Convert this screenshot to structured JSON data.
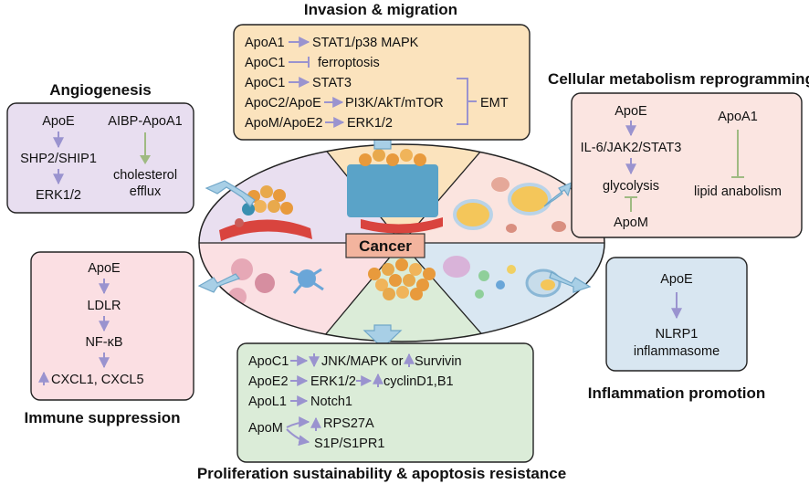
{
  "sections": {
    "invasion": {
      "title": "Invasion & migration",
      "lines": [
        {
          "left": "ApoA1",
          "right": "STAT1/p38 MAPK",
          "arrow": "activate"
        },
        {
          "left": "ApoC1",
          "right": "ferroptosis",
          "arrow": "inhibit"
        },
        {
          "left": "ApoC1",
          "right": "STAT3",
          "arrow": "activate"
        },
        {
          "left": "ApoC2/ApoE",
          "right": "PI3K/AkT/mTOR",
          "arrow": "activate"
        },
        {
          "left": "ApoM/ApoE2",
          "right": "ERK1/2",
          "arrow": "activate"
        }
      ],
      "emt": "EMT",
      "color": "#fbe3bd"
    },
    "angiogenesis": {
      "title": "Angiogenesis",
      "left_chain": [
        "ApoE",
        "SHP2/SHIP1",
        "ERK1/2"
      ],
      "right_top": "AIBP-ApoA1",
      "right_bottom": [
        "cholesterol",
        "efflux"
      ],
      "color": "#e8def0"
    },
    "metabolism": {
      "title": "Cellular metabolism reprogramming",
      "chain": [
        "ApoE",
        "IL-6/JAK2/STAT3",
        "glycolysis"
      ],
      "inhibitor": "ApoM",
      "apoa1": "ApoA1",
      "lipid": "lipid anabolism",
      "color": "#fbe5e1"
    },
    "immune": {
      "title": "Immune suppression",
      "chain": [
        "ApoE",
        "LDLR",
        "NF-κB"
      ],
      "last": "CXCL1, CXCL5",
      "color": "#fbdfe3"
    },
    "inflammation": {
      "title": "Inflammation promotion",
      "top": "ApoE",
      "bottom": [
        "NLRP1",
        "inflammasome"
      ],
      "color": "#d8e6f1"
    },
    "proliferation": {
      "title": "Proliferation sustainability & apoptosis resistance",
      "row1": {
        "left": "ApoC1",
        "mid": "JNK/MAPK or",
        "right": "Survivin"
      },
      "row2": {
        "left": "ApoE2",
        "mid": "ERK1/2",
        "right": "cyclinD1,B1"
      },
      "row3": {
        "left": "ApoL1",
        "right": "Notch1"
      },
      "row4": {
        "left": "ApoM",
        "up": "RPS27A",
        "down": "S1P/S1PR1"
      },
      "color": "#dbecd8"
    }
  },
  "center": {
    "label": "Cancer"
  },
  "colors": {
    "arrow_purple": "#9a93cf",
    "inhibit_green": "#9fba82",
    "big_arrow": "#a8cfe6",
    "ellipse_stroke": "#222222"
  }
}
